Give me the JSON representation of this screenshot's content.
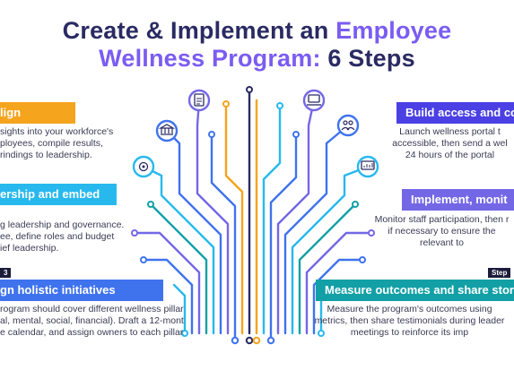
{
  "title": {
    "line1": "Create & Implement an ",
    "line1_accent": "Employee",
    "line2_accent": "Wellness Program:",
    "line2": " 6 Steps"
  },
  "steps_left": [
    {
      "heading": "lign",
      "color": "#f5a41d",
      "lines": [
        "sights into your workforce's",
        "ployees, compile results,",
        "rindings to leadership."
      ]
    },
    {
      "heading": "ership and embed",
      "color": "#27b9ee",
      "lines": [
        "g leadership and governance.",
        "ee, define roles and budget",
        "ief leadership."
      ]
    },
    {
      "step_tag": "3",
      "heading": "gn holistic initiatives",
      "color": "#3f73ee",
      "lines": [
        "rogram should cover different wellness pillars",
        "al, mental, social, financial). Draft a 12-month",
        "e calendar, and assign owners to each pillar."
      ]
    }
  ],
  "steps_right": [
    {
      "heading": "Build access and co",
      "color": "#4a40e4",
      "lines": [
        "Launch wellness portal t",
        "accessible, then send a wel",
        "24 hours of the portal"
      ]
    },
    {
      "heading": "Implement, monit",
      "color": "#7467e6",
      "lines": [
        "Monitor staff participation, then r",
        "if necessary to ensure the",
        "relevant to"
      ]
    },
    {
      "step_tag": "Step",
      "heading": "Measure outcomes and share stori",
      "color": "#12a0a6",
      "lines": [
        "Measure the program's outcomes using",
        "metrics, then share testimonials during leader",
        "meetings to reinforce its imp"
      ]
    }
  ],
  "colors": {
    "title": "#2a2a63",
    "accent": "#7b5cf2",
    "tree_yellow": "#f5a41d",
    "tree_blue": "#3f73ee",
    "tree_cyan": "#27b9ee",
    "tree_purple": "#7467e6",
    "tree_teal": "#12a0a6",
    "tree_navy": "#2a2a63"
  },
  "icons": [
    "checklist-icon",
    "building-icon",
    "gear-target-icon",
    "laptop-icon",
    "people-icon",
    "chart-monitor-icon"
  ]
}
